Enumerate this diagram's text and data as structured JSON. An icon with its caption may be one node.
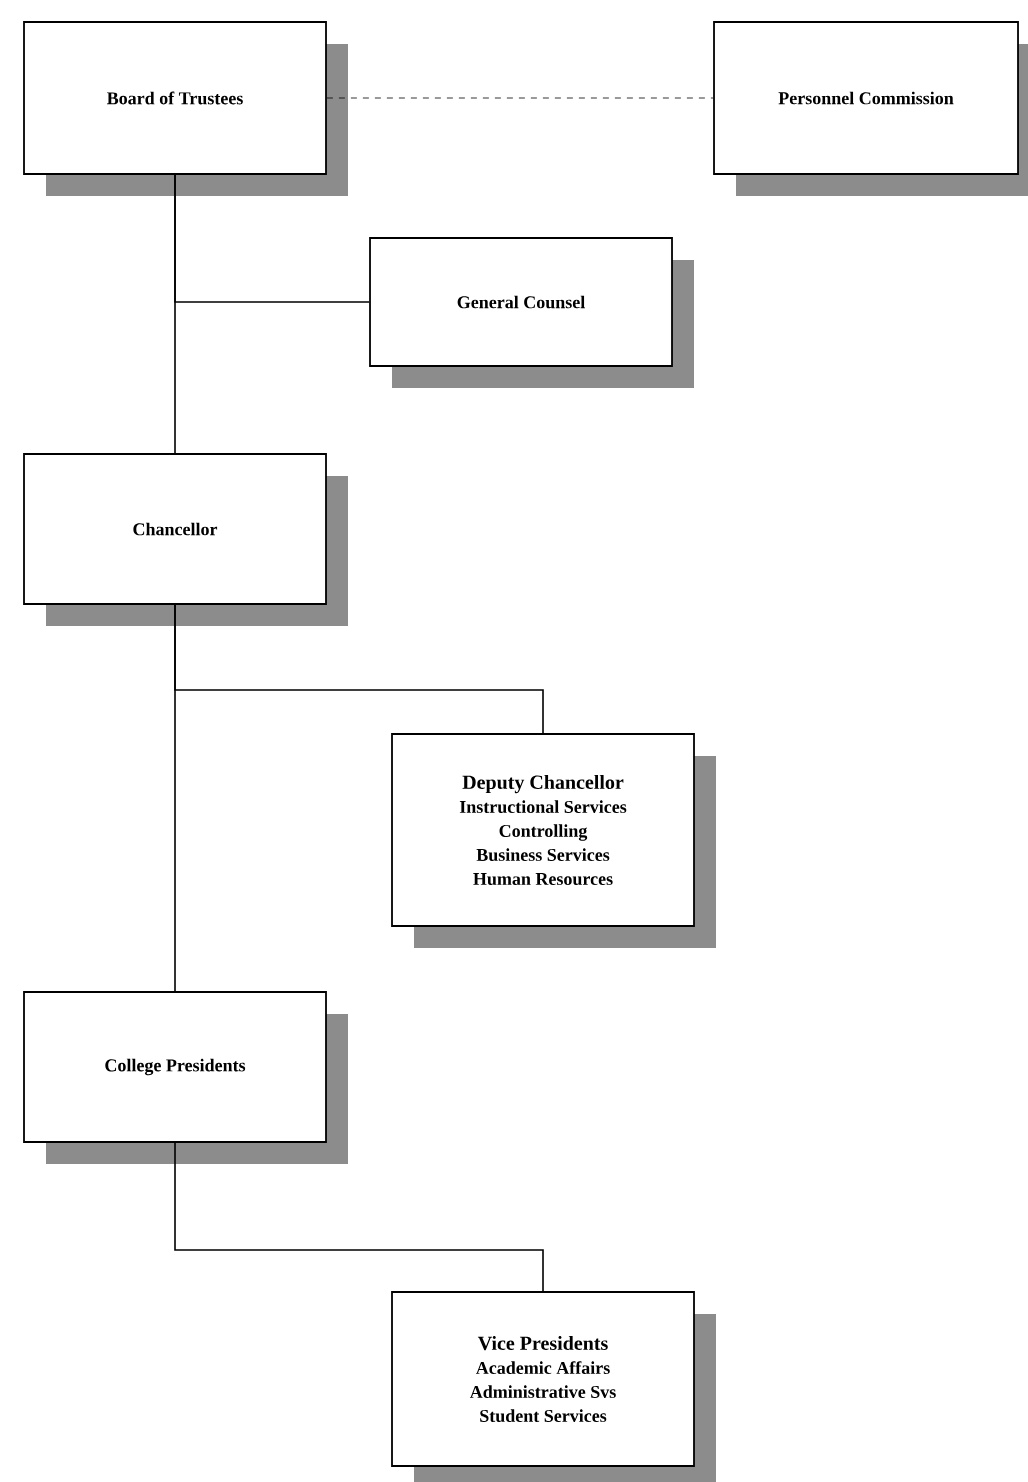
{
  "diagram": {
    "nodes": [
      {
        "text": [
          "Board of Trustees"
        ]
      },
      {
        "text": [
          "Personnel Commission"
        ]
      },
      {
        "text": [
          "General Counsel"
        ]
      },
      {
        "text": [
          "Chancellor"
        ]
      },
      {
        "text": [
          "Deputy Chancellor",
          "Instructional Services",
          "Controlling",
          "Business Services",
          "Human Resources"
        ]
      },
      {
        "text": [
          "College Presidents"
        ]
      },
      {
        "text": [
          "Vice Presidents",
          "Academic Affairs",
          "Administrative Svs",
          "Student Services"
        ]
      }
    ],
    "edges": [
      {
        "from": 0,
        "to": 1,
        "arrow": "none",
        "style": "dashed"
      },
      {
        "from": 0,
        "to": 2,
        "arrow": "none"
      },
      {
        "from": 0,
        "to": 3,
        "arrow": "none"
      },
      {
        "from": 3,
        "to": 4,
        "arrow": "none"
      },
      {
        "from": 3,
        "to": 5,
        "arrow": "none"
      },
      {
        "from": 5,
        "to": 6,
        "arrow": "none"
      }
    ]
  }
}
